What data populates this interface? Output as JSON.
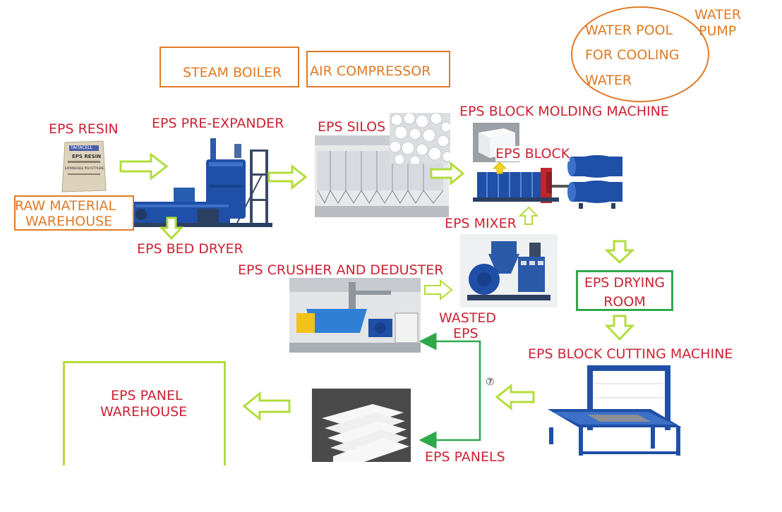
{
  "labels": {
    "steam_boiler": "STEAM BOILER",
    "air_compressor": "AIR COMPRESSOR",
    "water_pool_1": "WATER POOL",
    "water_pool_2": "FOR COOLING",
    "water_pool_3": "WATER",
    "water_pump_1": "WATER",
    "water_pump_2": "PUMP",
    "eps_resin": "EPS RESIN",
    "eps_pre_expander": "EPS PRE-EXPANDER",
    "eps_silos": "EPS SILOS",
    "eps_block_molding_machine": "EPS BLOCK MOLDING MACHINE",
    "eps_block": "EPS BLOCK",
    "raw_material_1": "RAW MATERIAL",
    "raw_material_2": "WAREHOUSE",
    "eps_bed_dryer": "EPS BED DRYER",
    "eps_mixer": "EPS MIXER",
    "eps_crusher_and_deduster": "EPS CRUSHER AND DEDUSTER",
    "eps_drying_room_1": "EPS DRYING",
    "eps_drying_room_2": "ROOM",
    "wasted_eps_1": "WASTED",
    "wasted_eps_2": "EPS",
    "eps_block_cutting_machine": "EPS BLOCK CUTTING MACHINE",
    "eps_panel_warehouse_1": "EPS PANEL",
    "eps_panel_warehouse_2": "WAREHOUSE",
    "eps_panels": "EPS PANELS",
    "step_marker": "⑦"
  },
  "bag_text": {
    "brand": "TAITACELL",
    "product": "EPS RESIN",
    "line": "EXPANDABLE POLYSTYRENE"
  },
  "colors": {
    "label_red": "#cc2233",
    "label_orange": "#e07a24",
    "arrow_lime": "#b2dd3a",
    "box_green": "#2fa84a",
    "machine_blue": "#1f4fa6",
    "eps_white": "#f4f6f8"
  }
}
